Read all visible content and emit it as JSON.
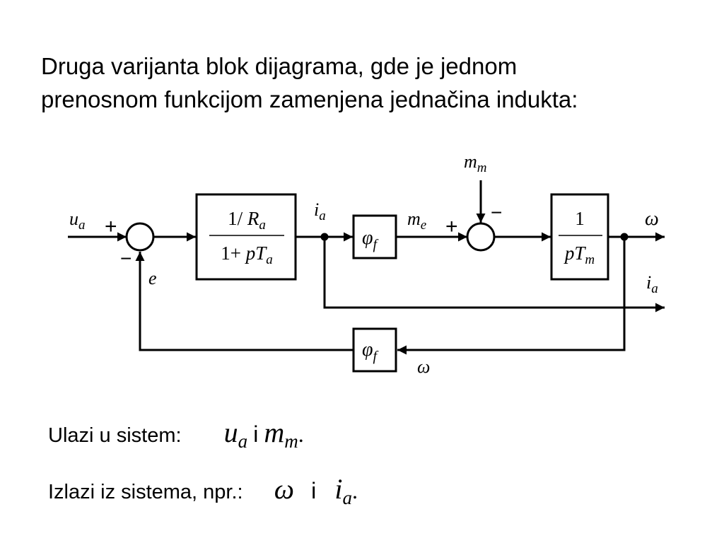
{
  "title": {
    "line1": "Druga varijanta blok dijagrama, gde je jednom",
    "line2": "prenosnom funkcijom zamenjena jednačina indukta:"
  },
  "diagram": {
    "input_u": {
      "sym": "u",
      "sub": "a"
    },
    "input_m": {
      "sym": "m",
      "sub": "m"
    },
    "plus1": "+",
    "minus1": "−",
    "error_label": "e",
    "block1": {
      "num_pre": "1/ ",
      "num_sym": "R",
      "num_sub": "a",
      "den_pre": "1+ ",
      "den_sym": "pT",
      "den_sub": "a"
    },
    "ia_node": {
      "sym": "i",
      "sub": "a"
    },
    "phi_block": {
      "sym": "φ",
      "sub": "f"
    },
    "me_label": {
      "sym": "m",
      "sub": "e"
    },
    "plus2": "+",
    "minus2": "−",
    "block2": {
      "num": "1",
      "den_sym": "pT",
      "den_sub": "m"
    },
    "omega_out": "ω",
    "ia_out": {
      "sym": "i",
      "sub": "a"
    },
    "phi_fb": {
      "sym": "φ",
      "sub": "f"
    },
    "omega_fb": "ω"
  },
  "inputs_line": {
    "label": "Ulazi u sistem:",
    "u": "u",
    "u_sub": "a",
    "conj": "i",
    "m": "m",
    "m_sub": "m",
    "end": "."
  },
  "outputs_line": {
    "label": "Izlazi iz sistema, npr.:",
    "omega": "ω",
    "conj": "i",
    "i": "i",
    "i_sub": "a",
    "end": "."
  }
}
